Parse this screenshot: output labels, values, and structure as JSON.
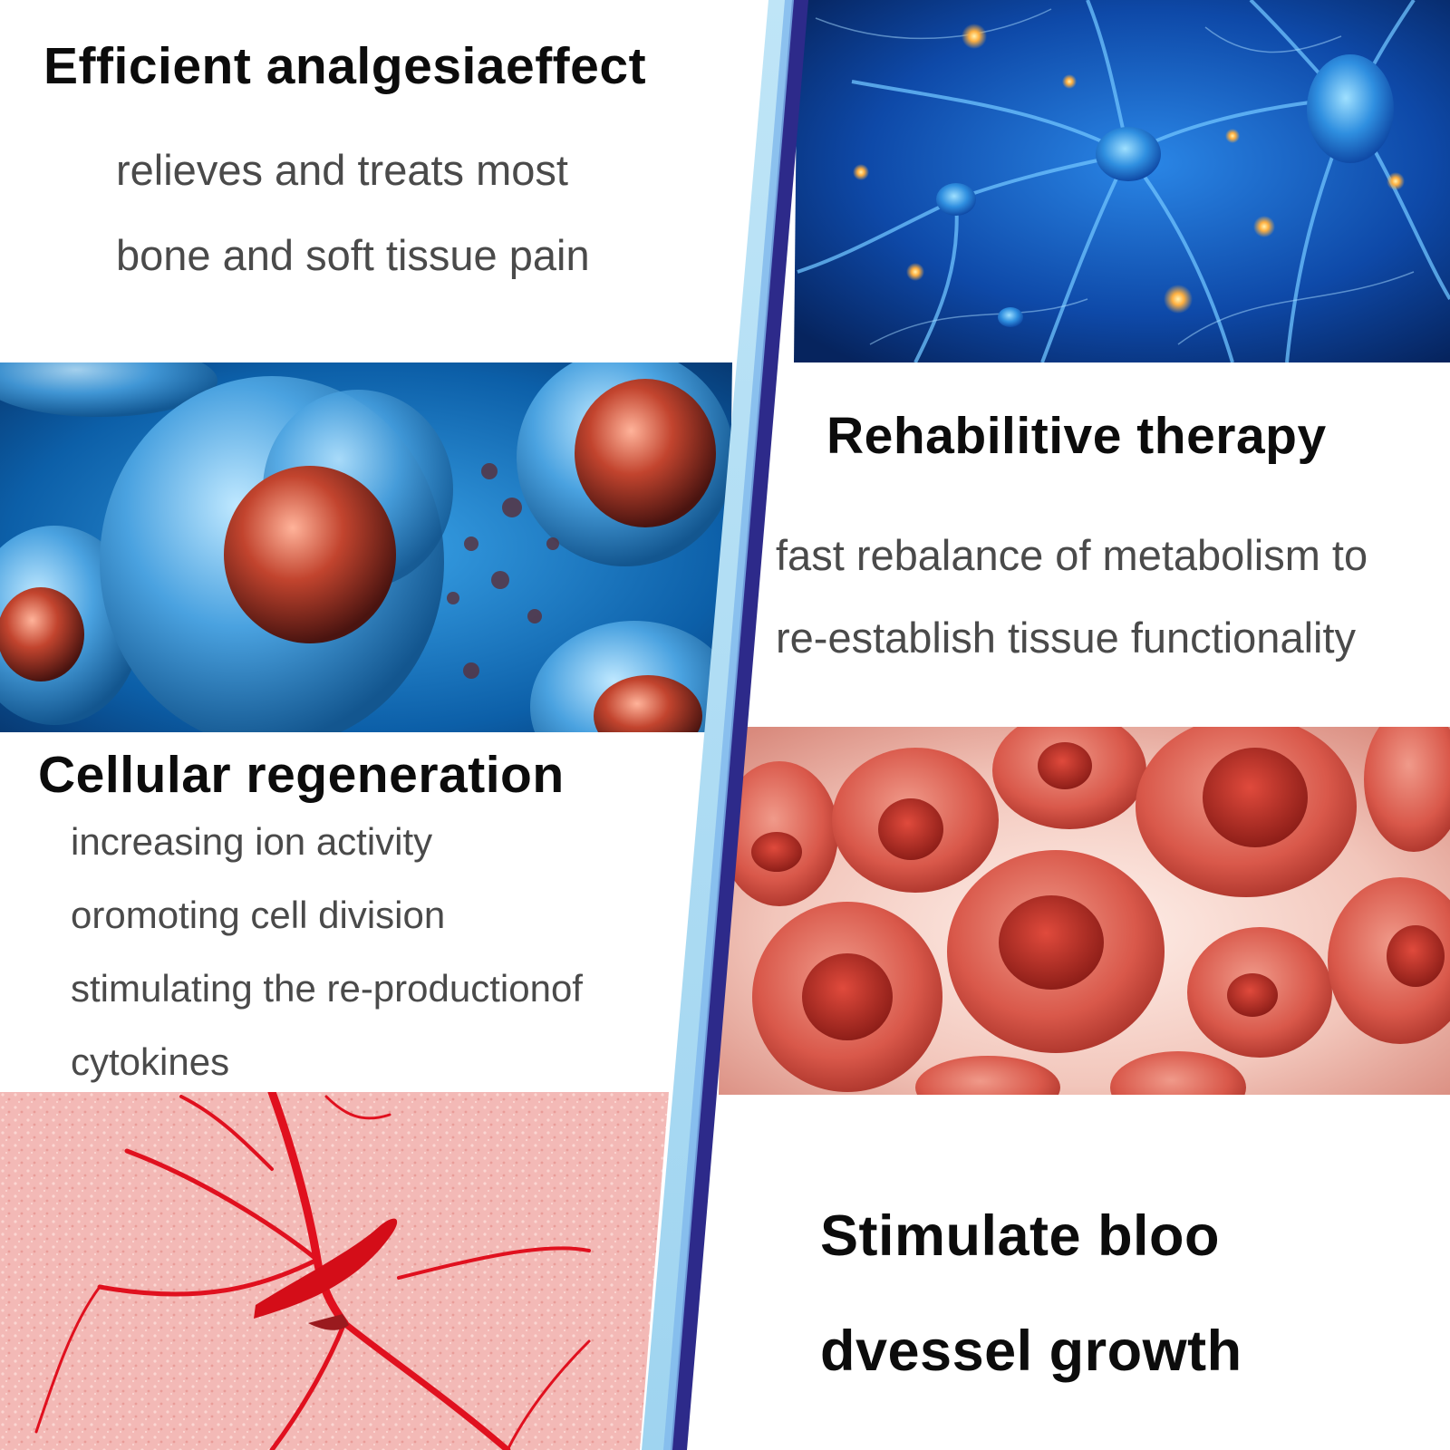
{
  "colors": {
    "divider_light_blue": "#bfe5f7",
    "divider_deep_blue": "#2d2a8a",
    "neuron_bg": "#0a2e6e",
    "cell_bg": "#0d5a9a",
    "red_cells_bg": "#f0c8c0",
    "tissue_bg": "#f2b8b5",
    "vessel_red": "#e0101e"
  },
  "sections": {
    "analgesia": {
      "title": "Efficient analgesiaeffect",
      "line1": "relieves and treats most",
      "line2": "bone and soft tissue pain"
    },
    "rehab": {
      "title": "Rehabilitive therapy",
      "line1": "fast rebalance of metabolism to",
      "line2": "re-establish tissue functionality"
    },
    "regeneration": {
      "title": "Cellular regeneration",
      "line1": "increasing ion activity",
      "line2": "oromoting cell division",
      "line3": "stimulating the re-productionof",
      "line4": "cytokines"
    },
    "blood": {
      "line1": "Stimulate bloo",
      "line2": "dvessel growth"
    }
  },
  "images": {
    "neurons": "neuron-network-image",
    "stem_cells": "blue-cells-image",
    "red_cells": "red-cells-image",
    "vessels": "blood-vessel-image"
  }
}
